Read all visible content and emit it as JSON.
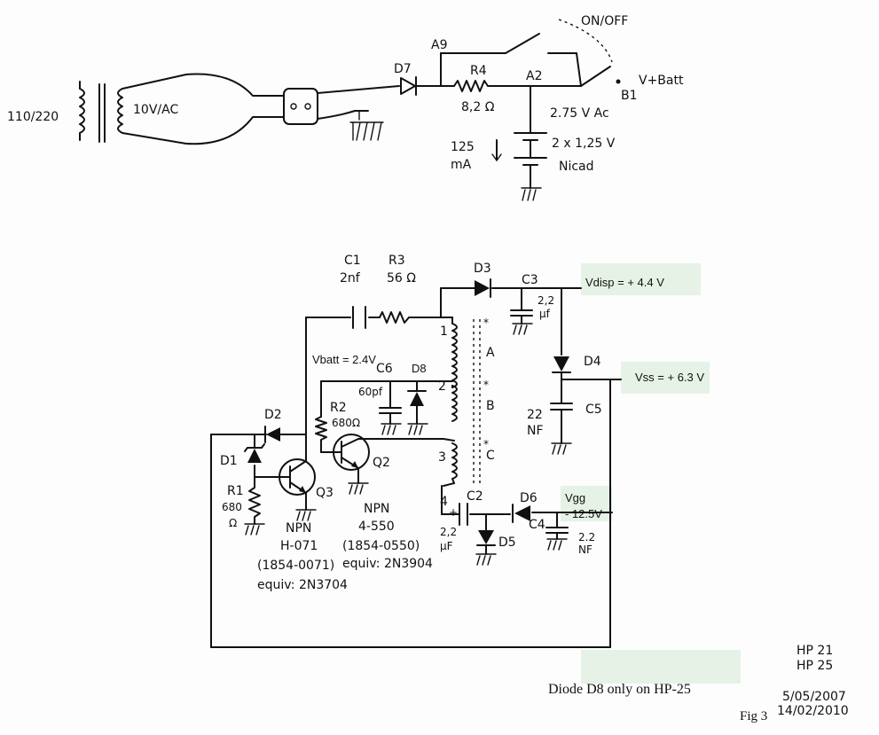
{
  "top": {
    "mains": "110/220",
    "secondary": "10V/AC",
    "d7": "D7",
    "a9": "A9",
    "r4": "R4",
    "r4_val": "8,2 Ω",
    "a2": "A2",
    "onoff": "ON/OFF",
    "vbatt": "V+Batt",
    "b1": "B1",
    "v275": "2.75 V Ac",
    "cur1": "125",
    "cur2": "mA",
    "batt1": "2 x 1,25 V",
    "batt2": "Nicad"
  },
  "labels": {
    "c1": "C1",
    "c1_val": "2nf",
    "r3": "R3",
    "r3_val": "56 Ω",
    "d3": "D3",
    "c3": "C3",
    "c3_val1": "2,2",
    "c3_val2": "μf",
    "vdisp": "Vdisp = + 4.4 V",
    "vbatt": "Vbatt = 2.4V",
    "c6": "C6",
    "c6_val": "60pf",
    "d8": "D8",
    "a": "A",
    "b": "B",
    "c": "C",
    "n1": "1",
    "n2": "2",
    "n3": "3",
    "n4": "4",
    "d4": "D4",
    "vss": "Vss = + 6.3 V",
    "c5": "C5",
    "c5_val1": "22",
    "c5_val2": "NF",
    "d2": "D2",
    "d1": "D1",
    "r2": "R2",
    "r2_val": "680Ω",
    "r1": "R1",
    "r1_val1": "680",
    "r1_val2": "Ω",
    "q2": "Q2",
    "q3": "Q3",
    "npn1": "NPN",
    "npn1_pn": "H-071",
    "npn1_pn2": "(1854-0071)",
    "npn1_eq": "equiv: 2N3704",
    "npn2": "NPN",
    "npn2_pn": "4-550",
    "npn2_pn2": "(1854-0550)",
    "npn2_eq": "equiv: 2N3904",
    "c2": "C2",
    "c2_val1": "2,2",
    "c2_val2": "μF",
    "d6": "D6",
    "d5": "D5",
    "vgg": "Vgg",
    "vgg_val": "- 12.5V",
    "c4": "C4",
    "c4_val1": "2.2",
    "c4_val2": "NF"
  },
  "notes": {
    "d8note": "Diode D8 only on HP-25",
    "fig": "Fig 3",
    "models1": "HP 21",
    "models2": "HP 25",
    "date1": "5/05/2007",
    "date2": "14/02/2010"
  },
  "colors": {
    "ink": "#111111",
    "highlight": "#e6f2e6"
  }
}
